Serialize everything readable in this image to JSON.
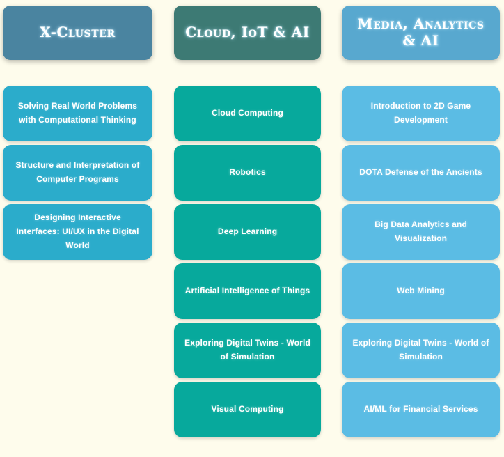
{
  "background_color": "#fefcec",
  "columns": [
    {
      "id": "x-cluster",
      "header": {
        "label": "X-Cluster",
        "color": "#4a84a0"
      },
      "card_color": "#2baccb",
      "cards": [
        {
          "label": "Solving Real World Problems with Computational Thinking"
        },
        {
          "label": "Structure and Interpretation of Computer Programs"
        },
        {
          "label": "Designing Interactive Interfaces: UI/UX in the Digital World"
        }
      ]
    },
    {
      "id": "cloud-iot-ai",
      "header": {
        "label": "Cloud, IoT & AI",
        "color": "#3d7a74"
      },
      "card_color": "#07a99c",
      "cards": [
        {
          "label": "Cloud Computing"
        },
        {
          "label": "Robotics"
        },
        {
          "label": "Deep Learning"
        },
        {
          "label": "Artificial Intelligence of Things"
        },
        {
          "label": "Exploring Digital Twins - World of Simulation"
        },
        {
          "label": "Visual Computing"
        }
      ]
    },
    {
      "id": "media-analytics-ai",
      "header": {
        "label": "Media, Analytics & AI",
        "color": "#58a8cf"
      },
      "card_color": "#5bbce4",
      "cards": [
        {
          "label": "Introduction to 2D Game Development"
        },
        {
          "label": "DOTA Defense of the Ancients"
        },
        {
          "label": "Big Data Analytics and Visualization"
        },
        {
          "label": "Web Mining"
        },
        {
          "label": "Exploring Digital Twins - World of Simulation"
        },
        {
          "label": "AI/ML for Financial Services"
        }
      ]
    }
  ]
}
